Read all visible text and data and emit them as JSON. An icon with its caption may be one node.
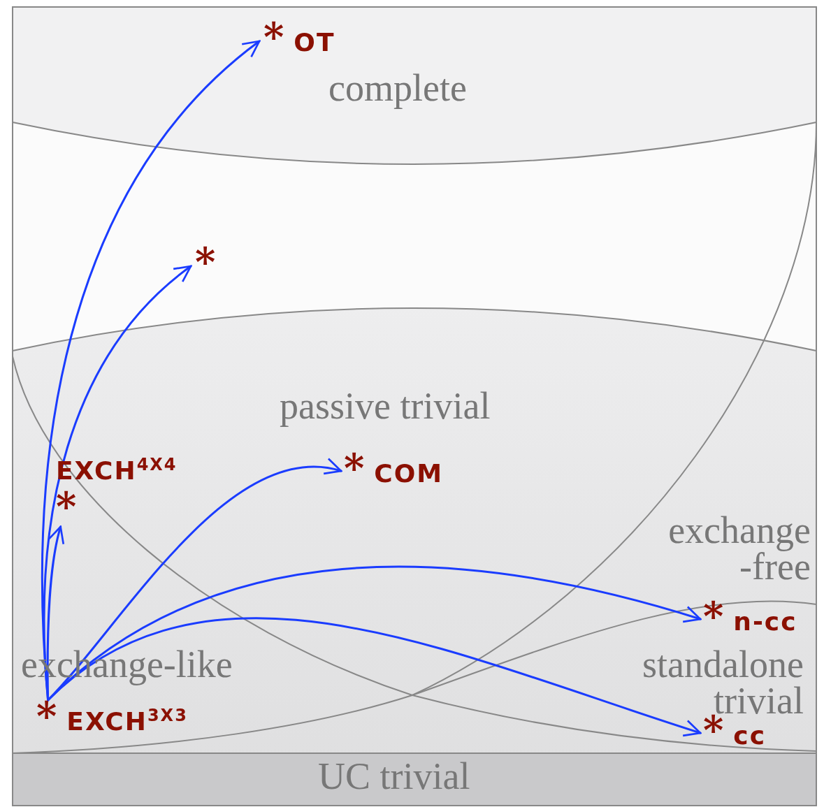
{
  "diagram": {
    "nodes": [
      {
        "text": [
          "complete"
        ]
      },
      {
        "text": [
          "passive trivial"
        ]
      },
      {
        "text": [
          "exchange-like"
        ]
      },
      {
        "text": [
          "exchange -free"
        ]
      },
      {
        "text": [
          "standalone trivial"
        ]
      },
      {
        "text": [
          "UC trivial"
        ]
      },
      {
        "text": [
          "*"
        ],
        "beside": [
          "OT"
        ]
      },
      {
        "text": [
          "*"
        ]
      },
      {
        "text": [
          "*"
        ],
        "beside": [
          "COM"
        ]
      },
      {
        "text": [
          "*"
        ],
        "beside": [
          "EXCH$^{4X4}$"
        ]
      },
      {
        "text": [
          "*"
        ],
        "beside": [
          "n-cc"
        ]
      },
      {
        "text": [
          "*"
        ],
        "beside": [
          "cc"
        ]
      },
      {
        "text": [
          "*"
        ],
        "beside": [
          "EXCH$^{3X3}$"
        ]
      }
    ],
    "edges": [
      {
        "from": 12,
        "to": 6,
        "arrow": "to"
      },
      {
        "from": 12,
        "to": 7,
        "arrow": "to"
      },
      {
        "from": 12,
        "to": 9,
        "arrow": "to"
      },
      {
        "from": 12,
        "to": 8,
        "arrow": "to"
      },
      {
        "from": 12,
        "to": 10,
        "arrow": "to"
      },
      {
        "from": 12,
        "to": 11,
        "arrow": "to"
      }
    ]
  }
}
